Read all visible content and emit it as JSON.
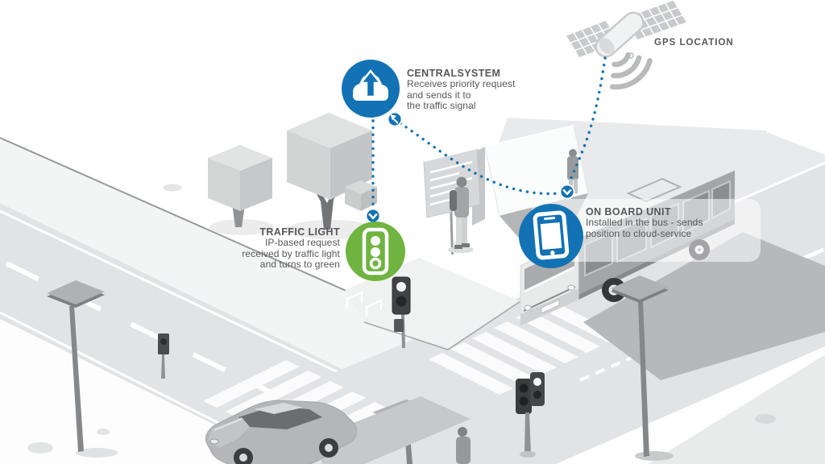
{
  "colors": {
    "accent_blue": "#1272b4",
    "accent_green": "#6fb440",
    "text_gray": "#565759",
    "dotted_link_blue": "#1272b4"
  },
  "callouts": {
    "gps": {
      "label": "GPS LOCATION",
      "icon": "satellite-icon"
    },
    "central": {
      "title": "CENTRALSYSTEM",
      "lines": [
        "Receives priority request",
        "and sends it to",
        "the traffic signal"
      ],
      "icon": "cloud-upload-icon"
    },
    "traffic_light": {
      "title": "TRAFFIC LIGHT",
      "lines": [
        "IP-based request",
        "received by traffic light",
        "and turns to green"
      ],
      "icon": "traffic-light-icon"
    },
    "obu": {
      "title": "ON BOARD UNIT",
      "lines": [
        "Installed in the bus - sends",
        "position to cloud-service"
      ],
      "icon": "tablet-icon"
    }
  },
  "badges": {
    "central_out": "turn-arrow-icon",
    "to_traffic_light": "chevron-down-icon",
    "to_on_board_unit": "chevron-down-icon"
  }
}
